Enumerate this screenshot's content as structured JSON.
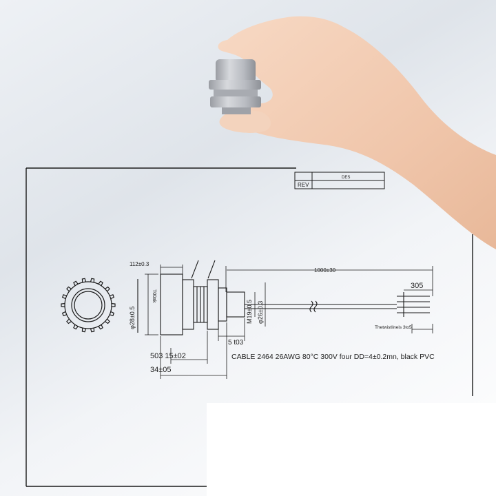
{
  "title_block": {
    "rev_label": "REV",
    "desc_fragment": "DES"
  },
  "dims": {
    "flange_thickness": "112±0.3",
    "cable_length": "1000±30",
    "strip_length": "305",
    "flange_dia": "φ28±0.5",
    "body_thread": "T00ak",
    "thread_spec": "M19±0.5",
    "inner_dia": "φ26±0.3",
    "twist_note": "Thetwistlineis 3to5",
    "nut_gap": "5 t03",
    "offset_left": "503 15±02",
    "total_length": "34±05",
    "cable_spec": "CABLE 2464 26AWG 80°C 300V four DD=4±0.2mn, black PVC"
  },
  "colors": {
    "line": "#1a1a1a",
    "part_gray": "#b9bcc2",
    "skin": "#f2cbb1"
  }
}
